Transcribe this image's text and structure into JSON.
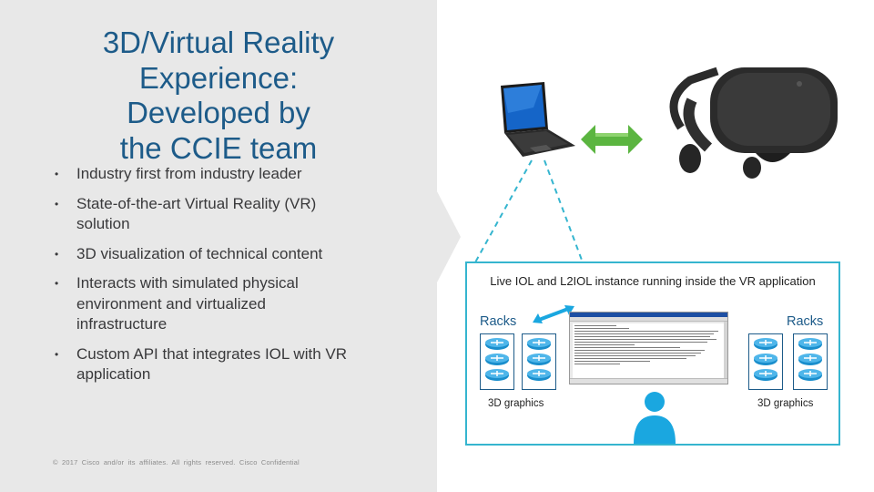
{
  "slide": {
    "title_lines": [
      "3D/Virtual Reality",
      "Experience:",
      "Developed by",
      "the CCIE team"
    ],
    "bullets": [
      "Industry first from industry leader",
      "State-of-the-art Virtual Reality (VR) solution",
      "3D visualization of technical content",
      "Interacts with simulated physical environment and virtualized infrastructure",
      "Custom API that integrates IOL with VR application"
    ],
    "footer": "© 2017  Cisco and/or  its affiliates.  All rights reserved.   Cisco Confidential"
  },
  "diagram": {
    "caption": "Live IOL and L2IOL instance running inside the VR application",
    "racks_left_label": "Racks",
    "racks_right_label": "Racks",
    "graphics_left_label": "3D graphics",
    "graphics_right_label": "3D graphics",
    "icons": [
      "laptop-icon",
      "vr-headset-icon",
      "bidirectional-arrow-icon",
      "router-icon",
      "terminal-window",
      "user-icon"
    ]
  },
  "colors": {
    "title": "#1d5b89",
    "panel": "#e8e8e8",
    "frame": "#35b5cf",
    "arrow_green": "#5bb540",
    "arrow_blue": "#1aa7e0",
    "router_blue": "#1a8ecc"
  }
}
